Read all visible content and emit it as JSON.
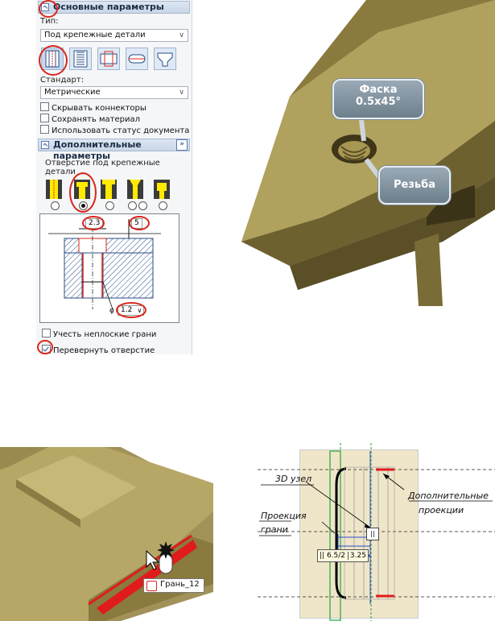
{
  "panel": {
    "main_section": "Основные параметры",
    "type_label": "Тип:",
    "type_value": "Под крепежные детали",
    "standard_label": "Стандарт:",
    "standard_value": "Метрические",
    "checkboxes": [
      {
        "label": "Скрывать коннекторы",
        "checked": false
      },
      {
        "label": "Сохранять материал",
        "checked": false
      },
      {
        "label": "Использовать статус документа",
        "checked": false
      }
    ],
    "extra_section": "Дополнительные параметры",
    "expand_glyph": "»",
    "hole_caption": "Отверстие под крепежные детали",
    "selected_hole_index": 1,
    "dims": {
      "width": "2.3",
      "depth": "5",
      "dia_prefix": "φ",
      "diameter": "1.2"
    },
    "bottom_checks": [
      {
        "label": "Учесть неплоские грани",
        "checked": false
      },
      {
        "label": "Перевернуть отверстие",
        "checked": true
      }
    ]
  },
  "view3d": {
    "callout_chamfer_line1": "Фаска",
    "callout_chamfer_line2": "0.5x45°",
    "callout_thread": "Резьба"
  },
  "bottom_left": {
    "face_tag": "Грань_12"
  },
  "bottom_right": {
    "label_node": "3D узел",
    "label_projection_1": "Проекция",
    "label_projection_2": "грани",
    "label_extra_1": "Дополнительные",
    "label_extra_2": "проекции",
    "dim_value": "6.5/2",
    "dim_value2": "3.25",
    "dim_icon": "||"
  },
  "colors": {
    "model": "#8a7a3e",
    "highlight": "#e01b1b",
    "panel_header": "#c9d6e8",
    "yellow": "#ffea00"
  }
}
